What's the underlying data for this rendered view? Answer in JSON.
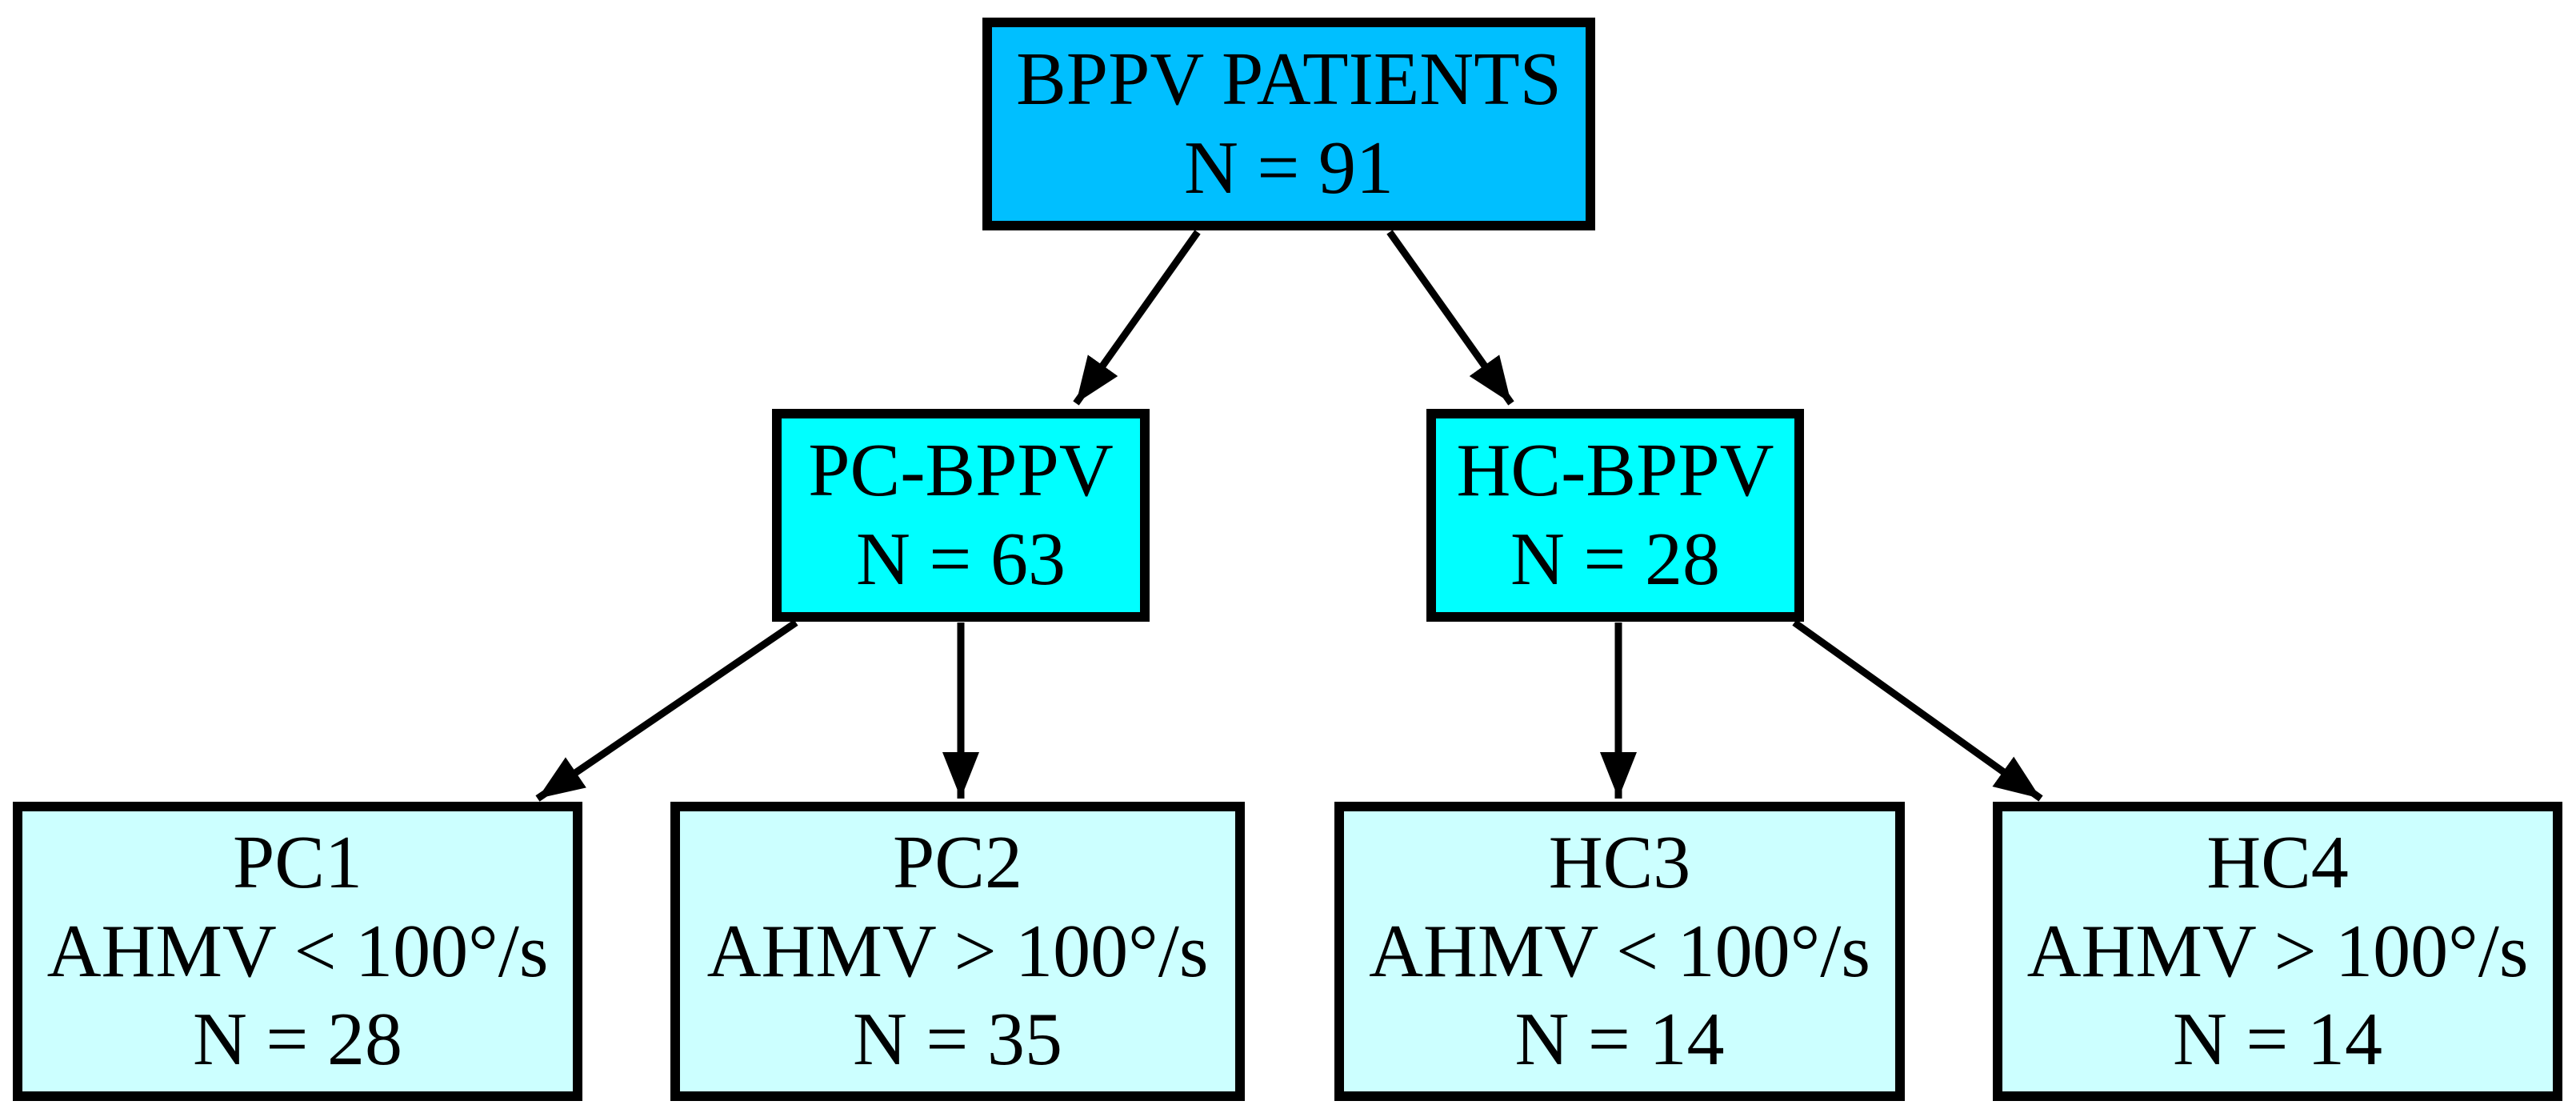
{
  "diagram": {
    "type": "flowchart",
    "background_color": "#FFFFFF",
    "border_color": "#000000",
    "text_color": "#000000",
    "arrow_color": "#000000",
    "nodes": {
      "root": {
        "id": "root",
        "fill": "#00BFFF",
        "lines": [
          "BPPV PATIENTS",
          "N = 91"
        ]
      },
      "pc": {
        "id": "pc-bppv",
        "fill": "#00FFFF",
        "lines": [
          "PC-BPPV",
          "N = 63"
        ]
      },
      "hc": {
        "id": "hc-bppv",
        "fill": "#00FFFF",
        "lines": [
          "HC-BPPV",
          "N = 28"
        ]
      },
      "pc1": {
        "id": "pc1",
        "fill": "#CCFFFF",
        "lines": [
          "PC1",
          "AHMV < 100°/s",
          "N = 28"
        ]
      },
      "pc2": {
        "id": "pc2",
        "fill": "#CCFFFF",
        "lines": [
          "PC2",
          "AHMV > 100°/s",
          "N = 35"
        ]
      },
      "hc3": {
        "id": "hc3",
        "fill": "#CCFFFF",
        "lines": [
          "HC3",
          "AHMV < 100°/s",
          "N = 14"
        ]
      },
      "hc4": {
        "id": "hc4",
        "fill": "#CCFFFF",
        "lines": [
          "HC4",
          "AHMV > 100°/s",
          "N = 14"
        ]
      }
    },
    "edges": [
      {
        "from": "root",
        "to": "pc-bppv"
      },
      {
        "from": "root",
        "to": "hc-bppv"
      },
      {
        "from": "pc-bppv",
        "to": "pc1"
      },
      {
        "from": "pc-bppv",
        "to": "pc2"
      },
      {
        "from": "hc-bppv",
        "to": "hc3"
      },
      {
        "from": "hc-bppv",
        "to": "hc4"
      }
    ]
  }
}
